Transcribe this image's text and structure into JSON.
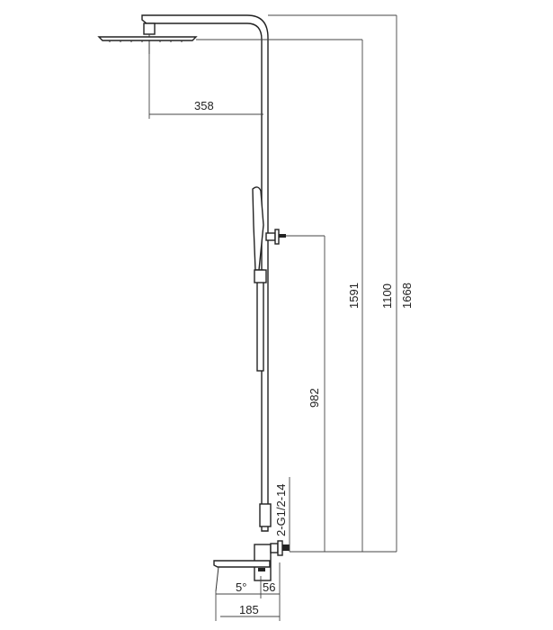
{
  "dimensions": {
    "head_reach": "358",
    "hand_shower_height": "982",
    "head_height": "1591",
    "mid_label": "1100",
    "total_height": "1668",
    "thread": "2-G1/2-14",
    "spout_angle": "5°",
    "spout_offset": "56",
    "spout_length": "185"
  },
  "colors": {
    "line": "#333333",
    "background": "#ffffff"
  }
}
